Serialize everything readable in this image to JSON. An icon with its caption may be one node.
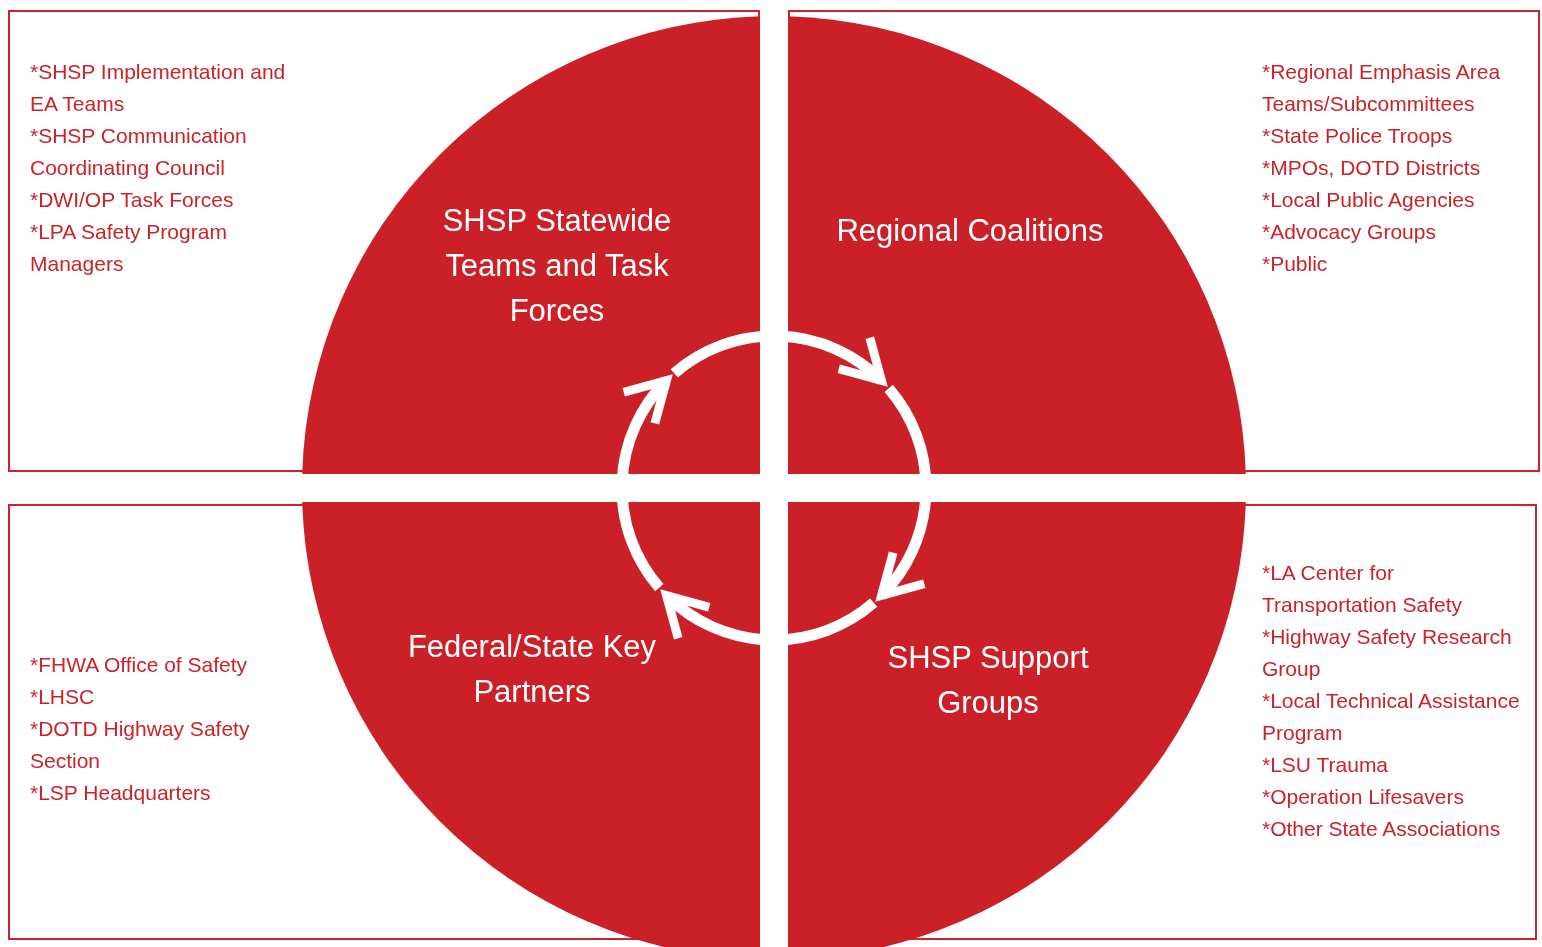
{
  "diagram": {
    "nodes": [
      {
        "text": [
          "SHSP Statewide Teams and Task Forces"
        ]
      },
      {
        "text": [
          "Regional Coalitions"
        ]
      },
      {
        "text": [
          "SHSP Support Groups"
        ]
      },
      {
        "text": [
          "Federal/State Key Partners"
        ]
      },
      {
        "text": [
          "*SHSP Implementation and EA Teams",
          "*SHSP Communication Coordinating Council",
          "*DWI/OP Task Forces",
          "*LPA Safety Program Managers"
        ]
      },
      {
        "text": [
          "*Regional Emphasis Area Teams/Subcommittees",
          "*State Police Troops",
          "*MPOs, DOTD Districts",
          "*Local Public Agencies",
          "*Advocacy Groups",
          "*Public"
        ]
      },
      {
        "text": [
          "*FHWA Office of Safety",
          "*LHSC",
          "*DOTD Highway Safety Section",
          "*LSP Headquarters"
        ]
      },
      {
        "text": [
          "*LA Center for Transportation Safety",
          "*Highway Safety Research Group",
          "*Local Technical Assistance Program",
          "*LSU Trauma",
          "*Operation Lifesavers",
          "*Other State Associations"
        ]
      }
    ],
    "edges": [
      {
        "from": 0,
        "to": 1,
        "arrow": "to"
      },
      {
        "from": 1,
        "to": 2,
        "arrow": "to"
      },
      {
        "from": 2,
        "to": 3,
        "arrow": "to"
      },
      {
        "from": 3,
        "to": 0,
        "arrow": "to"
      }
    ]
  }
}
